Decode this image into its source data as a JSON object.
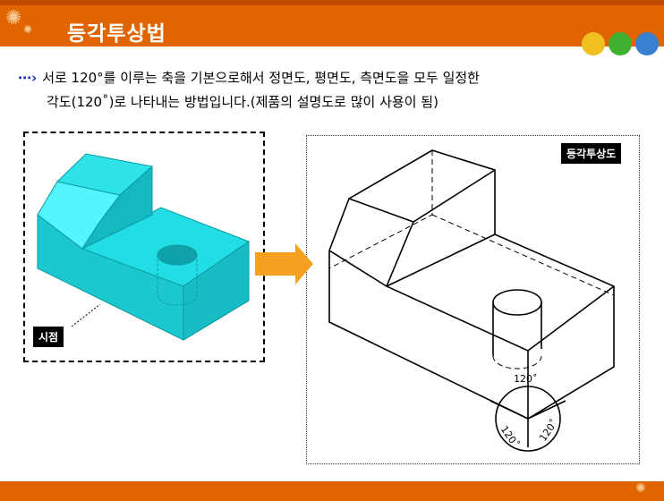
{
  "header": {
    "title": "등각투상법"
  },
  "body": {
    "line1": "서로 120°를 이루는 축을 기본으로해서 정면도, 평면도, 측면도을 모두 일정한",
    "line2": "각도(120˚)로 나타내는 방법입니다.(제품의 설명도로 많이 사용이 됨)"
  },
  "left_figure": {
    "label": "시점"
  },
  "right_figure": {
    "label": "등각투상도",
    "angles": [
      "120˚",
      "120˚",
      "120˚"
    ]
  },
  "colors": {
    "accent": "#e06400",
    "solid": "#22d8e0"
  }
}
